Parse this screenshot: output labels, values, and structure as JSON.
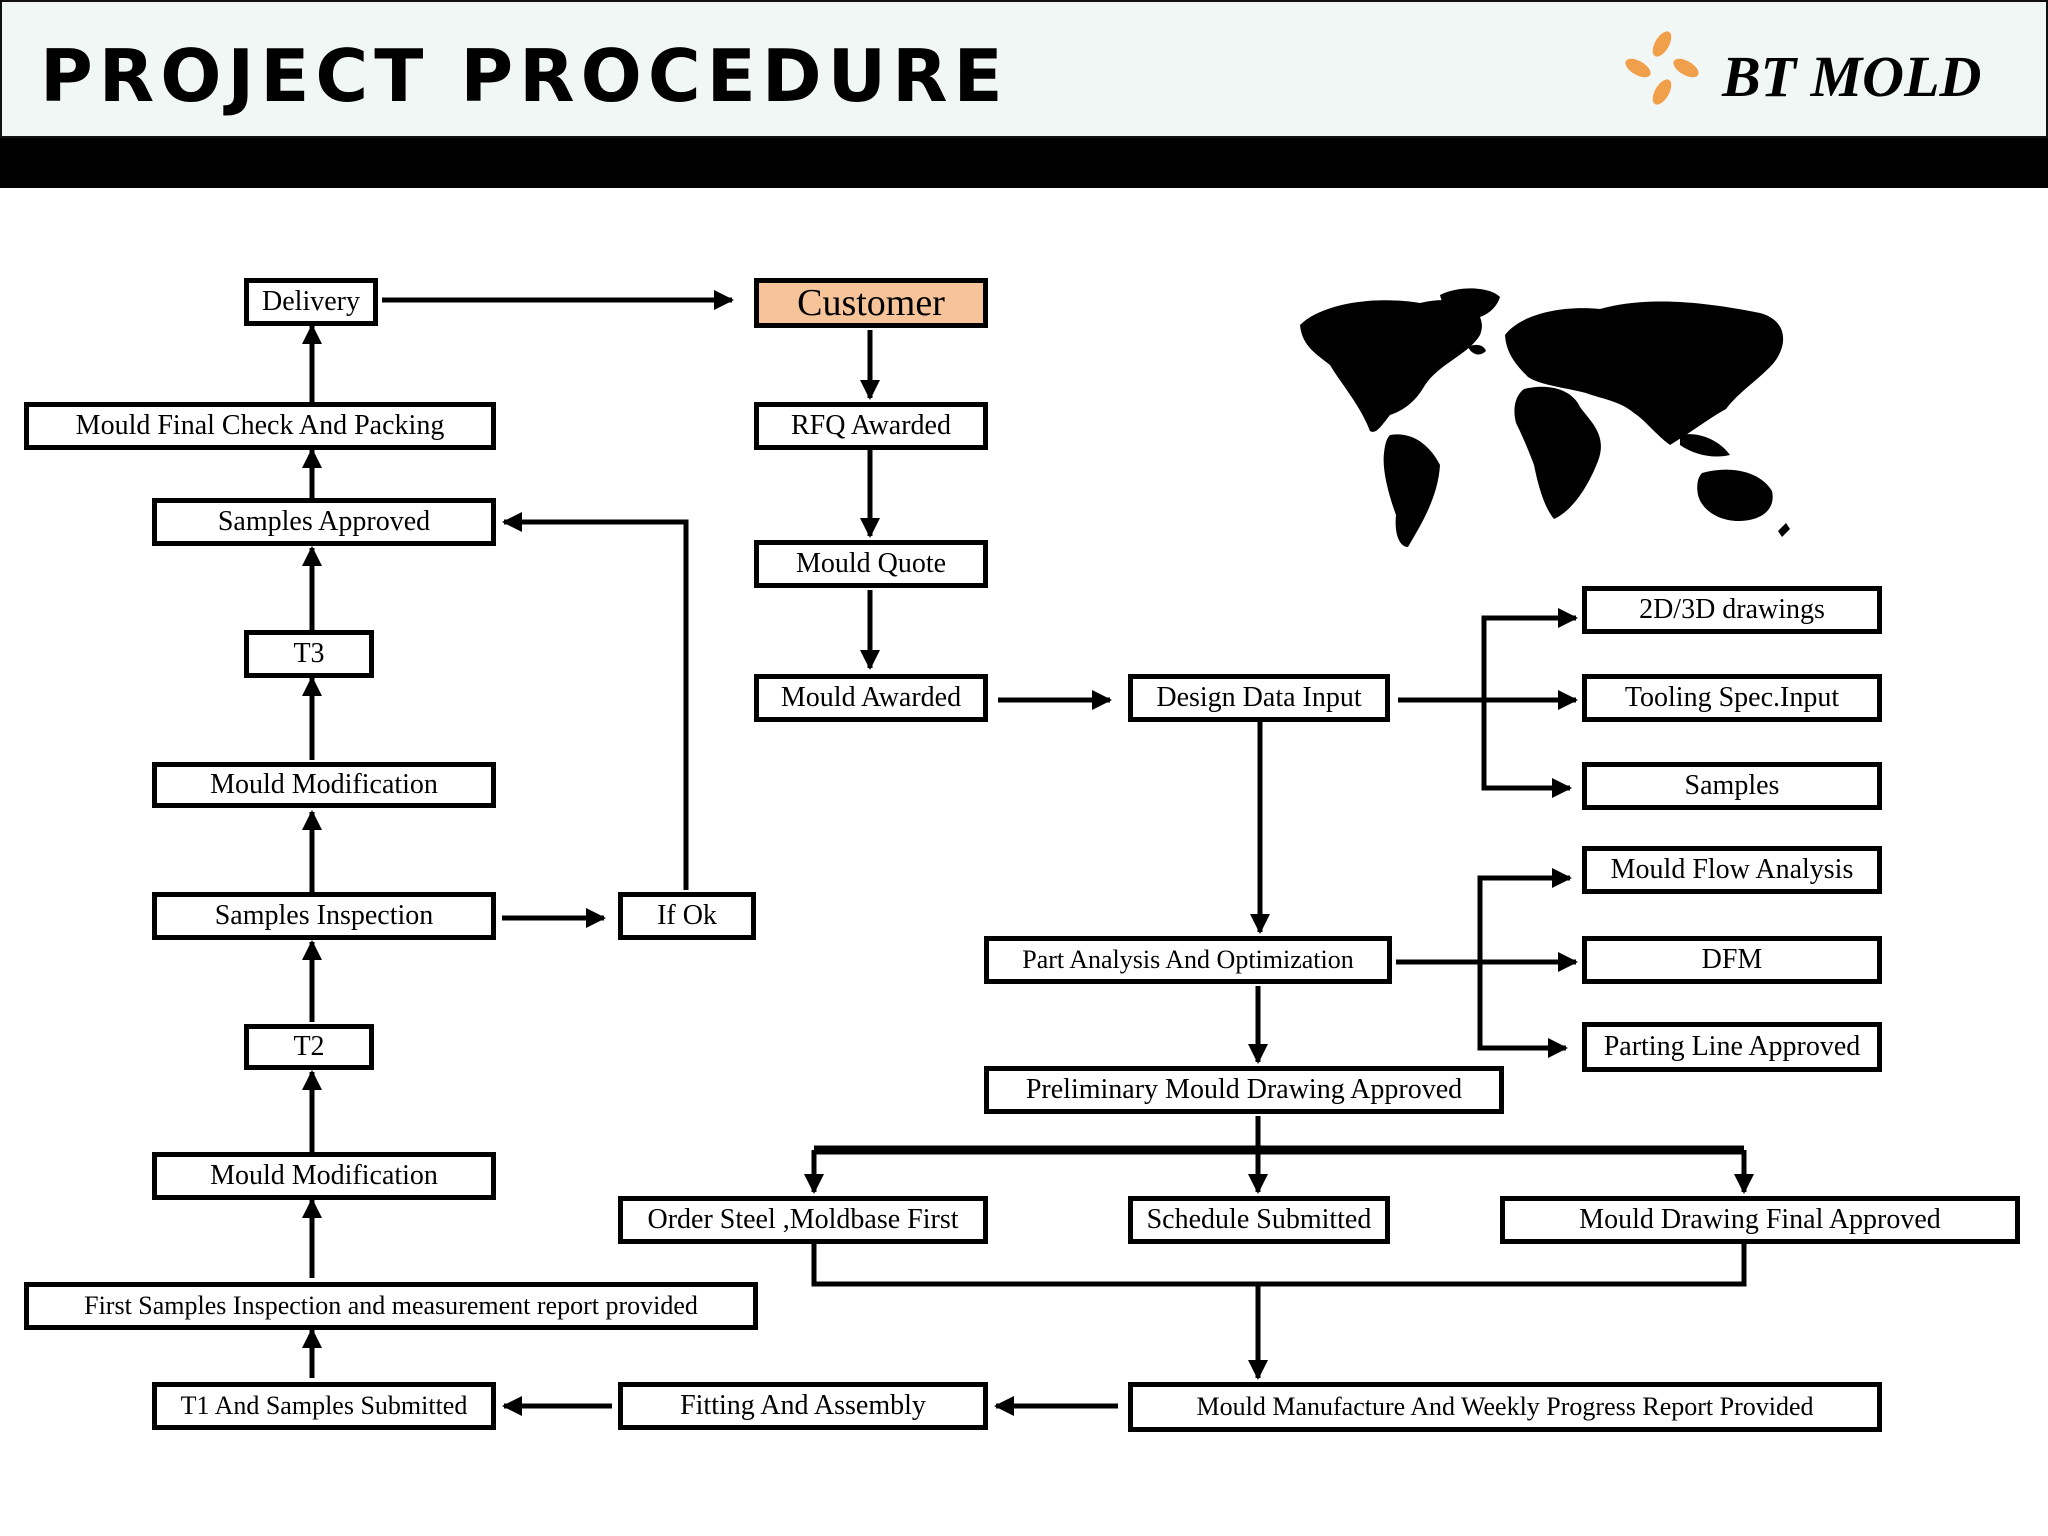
{
  "header": {
    "title": "PROJECT PROCEDURE",
    "brand": "BT MOLD"
  },
  "colors": {
    "header_bg": "#f1f7f5",
    "customer_box": "#f7c49a",
    "logo": "#f0a04a",
    "band": "#000000"
  },
  "nodes": {
    "delivery": "Delivery",
    "customer": "Customer",
    "final_check": "Mould Final Check And Packing",
    "rfq": "RFQ Awarded",
    "samples_approved": "Samples Approved",
    "quote": "Mould Quote",
    "t3": "T3",
    "mould_awarded": "Mould Awarded",
    "design_input": "Design Data Input",
    "drawings": "2D/3D drawings",
    "tooling_spec": "Tooling Spec.Input",
    "samples": "Samples",
    "mod_upper": "Mould Modification",
    "flow": "Mould Flow Analysis",
    "samples_inspection": "Samples Inspection",
    "if_ok": "If Ok",
    "part_analysis": "Part Analysis And Optimization",
    "dfm": "DFM",
    "t2": "T2",
    "parting_line": "Parting Line Approved",
    "prelim_drawing": "Preliminary Mould Drawing Approved",
    "mod_lower": "Mould Modification",
    "order_steel": "Order Steel ,Moldbase First",
    "schedule": "Schedule Submitted",
    "final_drawing": "Mould Drawing Final Approved",
    "first_samples": "First Samples Inspection and measurement report provided",
    "t1": "T1 And Samples Submitted",
    "fitting": "Fitting And  Assembly",
    "manufacture": "Mould  Manufacture And Weekly Progress Report Provided"
  }
}
